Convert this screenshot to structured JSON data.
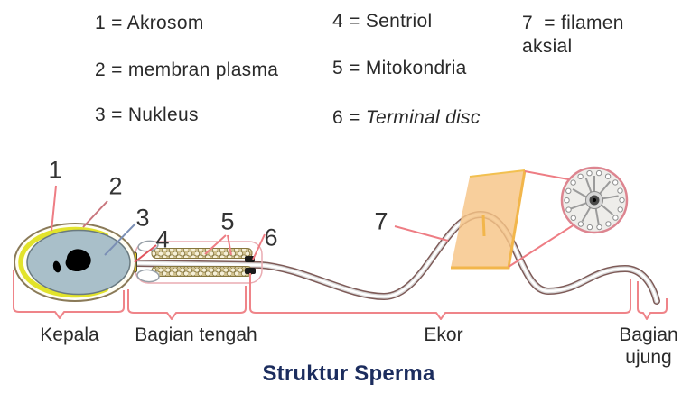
{
  "figure": {
    "title": "Struktur Sperma",
    "legend": {
      "items": [
        {
          "prefix": "1 = ",
          "name": "Akrosom"
        },
        {
          "prefix": "2 = ",
          "name": "membran plasma"
        },
        {
          "prefix": "3 = ",
          "name": "Nukleus"
        },
        {
          "prefix": "4 = ",
          "name": "Sentriol"
        },
        {
          "prefix": "5 = ",
          "name": "Mitokondria"
        },
        {
          "prefix": "6 = ",
          "name": "Terminal disc"
        },
        {
          "prefix": "7  = ",
          "name": "filamen aksial"
        }
      ]
    },
    "callouts": [
      "1",
      "2",
      "3",
      "4",
      "5",
      "6",
      "7"
    ],
    "regions": [
      "Kepala",
      "Bagian tengah",
      "Ekor",
      "Bagian ujung"
    ],
    "colors": {
      "leader_pink": "#ee7d84",
      "leader_blue": "#7b8fb5",
      "brace_pink": "#ef8489",
      "acrosome_yellow": "#e2e32b",
      "nucleus_blue_gray": "#a9bfc9",
      "centriole_yellow": "#e7c512",
      "section_plane_orange": "#f7c586",
      "plane_edge_gold": "#f2b64b",
      "tail_edge_maroon": "#7e5b58",
      "title_navy": "#1c2d5e",
      "text_dark": "#2a2a2a"
    }
  }
}
